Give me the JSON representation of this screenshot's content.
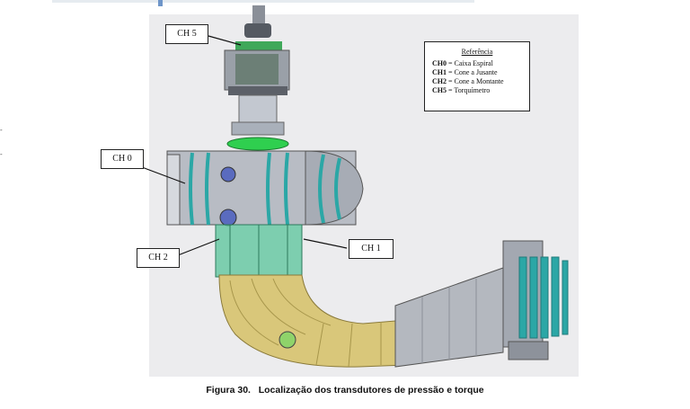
{
  "labels": {
    "ch5": "CH 5",
    "ch0": "CH 0",
    "ch1": "CH 1",
    "ch2": "CH 2"
  },
  "legend": {
    "title": "Referência",
    "rows": [
      {
        "code": "CH0",
        "desc": " = Caixa Espiral"
      },
      {
        "code": "CH1",
        "desc": " = Cone a Jusante"
      },
      {
        "code": "CH2",
        "desc": " = Cone a Montante"
      },
      {
        "code": "CH5",
        "desc": " = Torquímetro"
      }
    ]
  },
  "caption": "Figura 30.   Localização dos transdutores de pressão e torque",
  "colors": {
    "panel": "#ececee",
    "steel": "#b9bcc3",
    "green": "#26b34a",
    "teal": "#2ba7a6",
    "gold": "#d9c77a"
  },
  "icons": [
    "turbine-assembly-illustration"
  ]
}
